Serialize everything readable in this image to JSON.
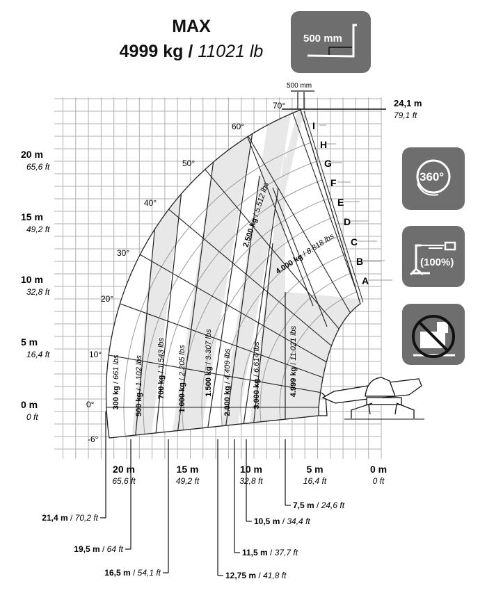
{
  "header": {
    "title": "MAX",
    "capacity_kg": "4999 kg",
    "separator": " / ",
    "capacity_lb": "11021 lb"
  },
  "icons": {
    "fork_offset": {
      "label": "500 mm",
      "name": "fork-load-center-icon"
    },
    "rotation": {
      "label": "360°",
      "name": "rotation-360-icon"
    },
    "outrigger": {
      "label": "(100%)",
      "name": "outriggers-100-icon"
    },
    "no_jib": {
      "name": "no-attachment-icon"
    }
  },
  "top": {
    "fork_label": "500 mm",
    "max_height_m": "24,1 m",
    "max_height_ft": "79,1 ft"
  },
  "y_axis": [
    {
      "m": "20 m",
      "ft": "65,6 ft"
    },
    {
      "m": "15 m",
      "ft": "49,2 ft"
    },
    {
      "m": "10 m",
      "ft": "32,8 ft"
    },
    {
      "m": "5 m",
      "ft": "16,4 ft"
    },
    {
      "m": "0 m",
      "ft": "0 ft"
    }
  ],
  "x_axis": [
    {
      "m": "20 m",
      "ft": "65,6 ft"
    },
    {
      "m": "15 m",
      "ft": "49,2 ft"
    },
    {
      "m": "10 m",
      "ft": "32,8 ft"
    },
    {
      "m": "5 m",
      "ft": "16,4 ft"
    },
    {
      "m": "0 m",
      "ft": "0 ft"
    }
  ],
  "angles": [
    "70°",
    "60°",
    "50°",
    "40°",
    "30°",
    "20°",
    "10°",
    "0°",
    "-6°"
  ],
  "boom_sections": [
    "I",
    "H",
    "G",
    "F",
    "E",
    "D",
    "C",
    "B",
    "A"
  ],
  "load_zones": [
    {
      "kg": "300 kg",
      "lbs": "661 lbs"
    },
    {
      "kg": "500 kg",
      "lbs": "1.102 lbs"
    },
    {
      "kg": "700 kg",
      "lbs": "1.543 lbs"
    },
    {
      "kg": "1.000 kg",
      "lbs": "2.205 lbs"
    },
    {
      "kg": "1.500 kg",
      "lbs": "3.307 lbs"
    },
    {
      "kg": "2.000 kg",
      "lbs": "4.409 lbs"
    },
    {
      "kg": "3.000 kg",
      "lbs": "6.614 lbs"
    },
    {
      "kg": "4.999 kg",
      "lbs": "11.021 lbs"
    },
    {
      "kg": "2.500 kg",
      "lbs": "5.512 lbs"
    },
    {
      "kg": "4.000 kg",
      "lbs": "8.818 lbs"
    }
  ],
  "reach_marks": [
    {
      "m": "21,4 m",
      "ft": "70,2 ft"
    },
    {
      "m": "19,5 m",
      "ft": "64 ft"
    },
    {
      "m": "16,5 m",
      "ft": "54,1 ft"
    },
    {
      "m": "12,75 m",
      "ft": "41,8 ft"
    },
    {
      "m": "11,5 m",
      "ft": "37,7 ft"
    },
    {
      "m": "10,5 m",
      "ft": "34,4 ft"
    },
    {
      "m": "7,5 m",
      "ft": "24,6 ft"
    }
  ],
  "colors": {
    "icon_bg": "#6e6e6e",
    "zone_fill": "#e8e8e8",
    "grid": "#b0b0b0",
    "arc": "#9a9a9a"
  }
}
